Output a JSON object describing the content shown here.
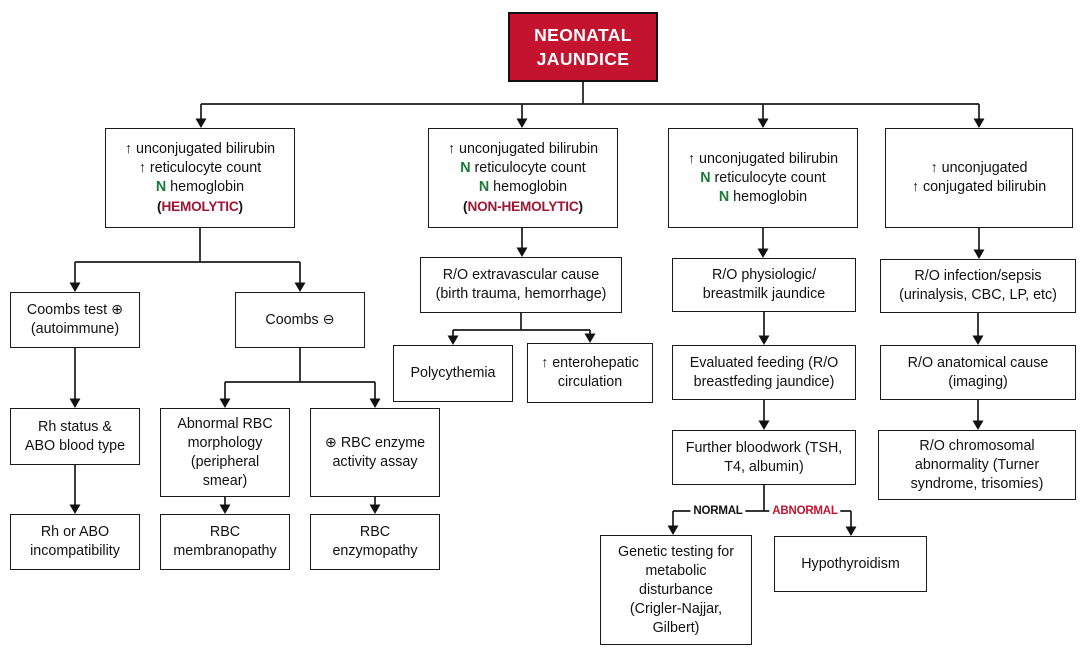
{
  "colors": {
    "header_bg": "#C3132F",
    "header_text": "#FFFFFF",
    "green": "#1B7B35",
    "maroon": "#A31432",
    "label_red": "#C3132F",
    "line": "#1A1A1A"
  },
  "labels": {
    "normal": "NORMAL",
    "abnormal": "ABNORMAL"
  },
  "nodes": {
    "root": {
      "lines": [
        [
          {
            "t": "NEONATAL"
          }
        ],
        [
          {
            "t": "JAUNDICE"
          }
        ]
      ]
    },
    "hemolytic_top": {
      "lines": [
        [
          {
            "t": "↑ unconjugated bilirubin"
          }
        ],
        [
          {
            "t": "↑ reticulocyte count"
          }
        ],
        [
          {
            "t": "N",
            "c": "g"
          },
          {
            "t": " hemoglobin"
          }
        ],
        [
          {
            "t": "(",
            "c": "p"
          },
          {
            "t": "HEMOLYTIC",
            "c": "r"
          },
          {
            "t": ")",
            "c": "p"
          }
        ]
      ]
    },
    "nonhemolytic_top": {
      "lines": [
        [
          {
            "t": "↑ unconjugated bilirubin"
          }
        ],
        [
          {
            "t": "N",
            "c": "g"
          },
          {
            "t": " reticulocyte count"
          }
        ],
        [
          {
            "t": "N",
            "c": "g"
          },
          {
            "t": " hemoglobin"
          }
        ],
        [
          {
            "t": "(",
            "c": "p"
          },
          {
            "t": "NON-HEMOLYTIC",
            "c": "r"
          },
          {
            "t": ")",
            "c": "p"
          }
        ]
      ]
    },
    "physiologic_top": {
      "lines": [
        [
          {
            "t": "↑ unconjugated bilirubin"
          }
        ],
        [
          {
            "t": "N",
            "c": "g"
          },
          {
            "t": " reticulocyte count"
          }
        ],
        [
          {
            "t": "N",
            "c": "g"
          },
          {
            "t": " hemoglobin"
          }
        ]
      ]
    },
    "conjugated_top": {
      "lines": [
        [
          {
            "t": "↑ unconjugated"
          }
        ],
        [
          {
            "t": "↑ conjugated bilirubin"
          }
        ]
      ]
    },
    "coombs_pos": {
      "lines": [
        [
          {
            "t": "Coombs test ⊕"
          }
        ],
        [
          {
            "t": "(autoimmune)"
          }
        ]
      ]
    },
    "coombs_neg": {
      "lines": [
        [
          {
            "t": "Coombs ⊖"
          }
        ]
      ]
    },
    "rh_abo": {
      "lines": [
        [
          {
            "t": "Rh status &"
          }
        ],
        [
          {
            "t": "ABO blood type"
          }
        ]
      ]
    },
    "abnormal_rbc": {
      "lines": [
        [
          {
            "t": "Abnormal RBC"
          }
        ],
        [
          {
            "t": "morphology"
          }
        ],
        [
          {
            "t": "(peripheral"
          }
        ],
        [
          {
            "t": "smear)"
          }
        ]
      ]
    },
    "rbc_enzyme": {
      "lines": [
        [
          {
            "t": "⊕ RBC enzyme"
          }
        ],
        [
          {
            "t": "activity assay"
          }
        ]
      ]
    },
    "rh_incompat": {
      "lines": [
        [
          {
            "t": "Rh or ABO"
          }
        ],
        [
          {
            "t": "incompatibility"
          }
        ]
      ]
    },
    "membranopathy": {
      "lines": [
        [
          {
            "t": "RBC"
          }
        ],
        [
          {
            "t": "membranopathy"
          }
        ]
      ]
    },
    "enzymopathy": {
      "lines": [
        [
          {
            "t": "RBC"
          }
        ],
        [
          {
            "t": "enzymopathy"
          }
        ]
      ]
    },
    "extravascular": {
      "lines": [
        [
          {
            "t": "R/O extravascular cause"
          }
        ],
        [
          {
            "t": "(birth trauma, hemorrhage)"
          }
        ]
      ]
    },
    "polycythemia": {
      "lines": [
        [
          {
            "t": "Polycythemia"
          }
        ]
      ]
    },
    "enterohepatic": {
      "lines": [
        [
          {
            "t": "↑ enterohepatic"
          }
        ],
        [
          {
            "t": "circulation"
          }
        ]
      ]
    },
    "physiologic_ro": {
      "lines": [
        [
          {
            "t": "R/O physiologic/"
          }
        ],
        [
          {
            "t": "breastmilk jaundice"
          }
        ]
      ]
    },
    "feeding": {
      "lines": [
        [
          {
            "t": "Evaluated feeding (R/O"
          }
        ],
        [
          {
            "t": "breastfeding jaundice)"
          }
        ]
      ]
    },
    "bloodwork": {
      "lines": [
        [
          {
            "t": "Further bloodwork (TSH,"
          }
        ],
        [
          {
            "t": "T4, albumin)"
          }
        ]
      ]
    },
    "genetic": {
      "lines": [
        [
          {
            "t": "Genetic testing for"
          }
        ],
        [
          {
            "t": "metabolic"
          }
        ],
        [
          {
            "t": "disturbance"
          }
        ],
        [
          {
            "t": "(Crigler-Najjar,"
          }
        ],
        [
          {
            "t": "Gilbert)"
          }
        ]
      ]
    },
    "hypothyroid": {
      "lines": [
        [
          {
            "t": "Hypothyroidism"
          }
        ]
      ]
    },
    "infection": {
      "lines": [
        [
          {
            "t": "R/O infection/sepsis"
          }
        ],
        [
          {
            "t": "(urinalysis, CBC, LP, etc)"
          }
        ]
      ]
    },
    "anatomical": {
      "lines": [
        [
          {
            "t": "R/O anatomical cause"
          }
        ],
        [
          {
            "t": "(imaging)"
          }
        ]
      ]
    },
    "chromosomal": {
      "lines": [
        [
          {
            "t": "R/O chromosomal"
          }
        ],
        [
          {
            "t": "abnormality (Turner"
          }
        ],
        [
          {
            "t": "syndrome, trisomies)"
          }
        ]
      ]
    }
  }
}
